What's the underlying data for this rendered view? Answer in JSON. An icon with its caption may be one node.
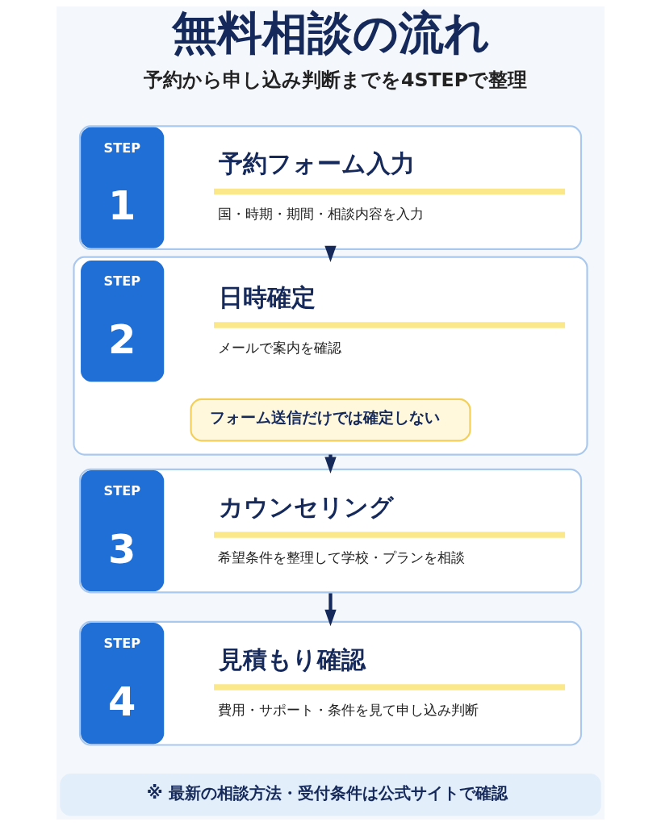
{
  "diagram": {
    "title": "無料相談の流れ",
    "nodes": [
      {
        "text": [
          "STEP",
          "1",
          "予約フォーム入力",
          "国・時期・期間・相談内容を入力"
        ]
      },
      {
        "text": [
          "STEP",
          "2",
          "日時確定",
          "メールで案内を確認"
        ]
      },
      {
        "text": [
          "フォーム送信だけでは確定しない"
        ],
        "in": 1
      },
      {
        "text": [
          "STEP",
          "3",
          "カウンセリング",
          "希望条件を整理して学校・プランを相談"
        ]
      },
      {
        "text": [
          "STEP",
          "4",
          "見積もり確認",
          "費用・サポート・条件を見て申し込み判断"
        ]
      }
    ],
    "edges": [
      {
        "from": 0,
        "to": 1,
        "arrow": "to"
      },
      {
        "from": 1,
        "to": 3,
        "arrow": "to"
      },
      {
        "from": 3,
        "to": 4,
        "arrow": "to"
      }
    ],
    "labels": [
      "予約から申し込み判断までを4STEPで整理",
      "※ 最新の相談方法・受付条件は公式サイトで確認"
    ]
  }
}
